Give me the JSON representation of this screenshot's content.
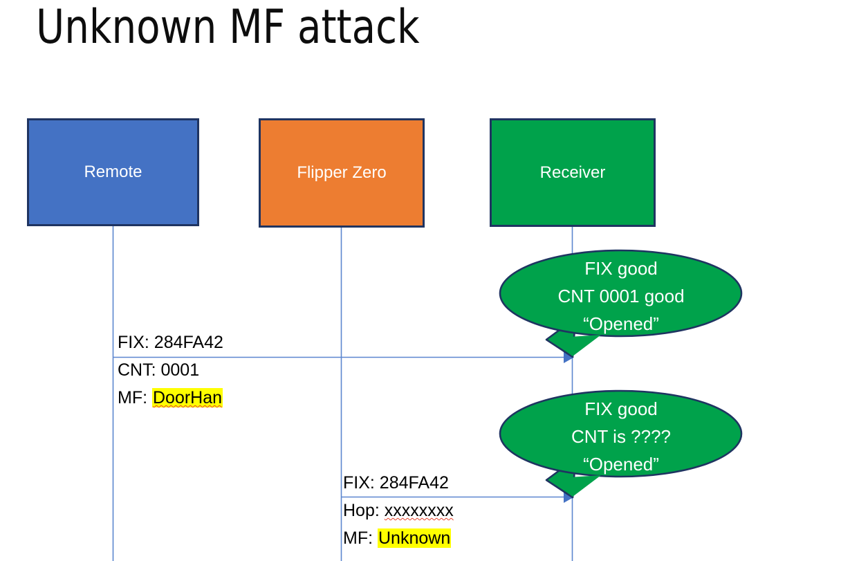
{
  "slide": {
    "title": "Unknown MF attack",
    "background": "#FFFFFF"
  },
  "colors": {
    "remote_blue": "#4472C4",
    "flipper_orange": "#ED7D31",
    "receiver_green": "#00A24B",
    "box_border_navy": "#1F3461",
    "line_blue": "#4472C4",
    "highlight_yellow": "#FFFF00",
    "spellcheck_red": "#E8422B",
    "text_black": "#000000",
    "text_white": "#FFFFFF"
  },
  "actors": [
    {
      "id": "remote",
      "label": "Remote",
      "fill": "#4472C4"
    },
    {
      "id": "flipper",
      "label": "Flipper Zero",
      "fill": "#ED7D31"
    },
    {
      "id": "receiver",
      "label": "Receiver",
      "fill": "#00A24B"
    }
  ],
  "messages": [
    {
      "id": "remote-to-receiver",
      "from": "Remote",
      "to": "Receiver",
      "lines": [
        {
          "label": "FIX: ",
          "value": "284FA42",
          "highlighted": false,
          "spellcheck_underline": false
        },
        {
          "label": "CNT: ",
          "value": "0001",
          "highlighted": false,
          "spellcheck_underline": false
        },
        {
          "label": "MF: ",
          "value": "DoorHan",
          "highlighted": true,
          "spellcheck_underline": true
        }
      ]
    },
    {
      "id": "flipper-to-receiver",
      "from": "Flipper Zero",
      "to": "Receiver",
      "lines": [
        {
          "label": "FIX: ",
          "value": "284FA42",
          "highlighted": false,
          "spellcheck_underline": false
        },
        {
          "label": "Hop: ",
          "value": "xxxxxxxx",
          "highlighted": false,
          "spellcheck_underline": true
        },
        {
          "label": "MF: ",
          "value": "Unknown",
          "highlighted": true,
          "spellcheck_underline": false
        }
      ]
    }
  ],
  "callouts": [
    {
      "id": "callout-first",
      "owner": "Receiver",
      "lines": [
        "FIX good",
        "CNT 0001 good",
        "“Opened”"
      ]
    },
    {
      "id": "callout-second",
      "owner": "Receiver",
      "lines": [
        "FIX good",
        "CNT is ????",
        "“Opened”"
      ]
    }
  ]
}
